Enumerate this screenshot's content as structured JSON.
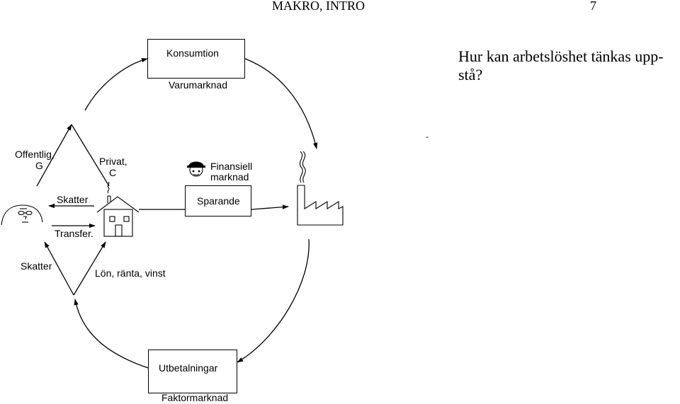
{
  "header": {
    "title": "MAKRO, INTRO",
    "page_number": "7"
  },
  "question": "Hur kan arbetslöshet tänkas upp-stå?",
  "stray_mark": "-",
  "boxes": {
    "top": {
      "label": "Konsumtion",
      "caption": "Varumarknad"
    },
    "bottom": {
      "label": "Utbetalningar",
      "caption": "Faktormarknad"
    },
    "saving": {
      "label": "Sparande"
    }
  },
  "labels": {
    "public_line1": "Offentlig,",
    "public_line2": "G",
    "private_line1": "Privat,",
    "private_line2": "C",
    "financial_line1": "Finansiell",
    "financial_line2": "marknad",
    "taxes_upper": "Skatter",
    "transfers": "Transfer.",
    "taxes_lower": "Skatter",
    "income": "Lön, ränta, vinst"
  },
  "icons": {
    "government": "person-face-icon",
    "household": "house-icon",
    "bank": "banker-face-icon",
    "firm": "factory-icon"
  }
}
